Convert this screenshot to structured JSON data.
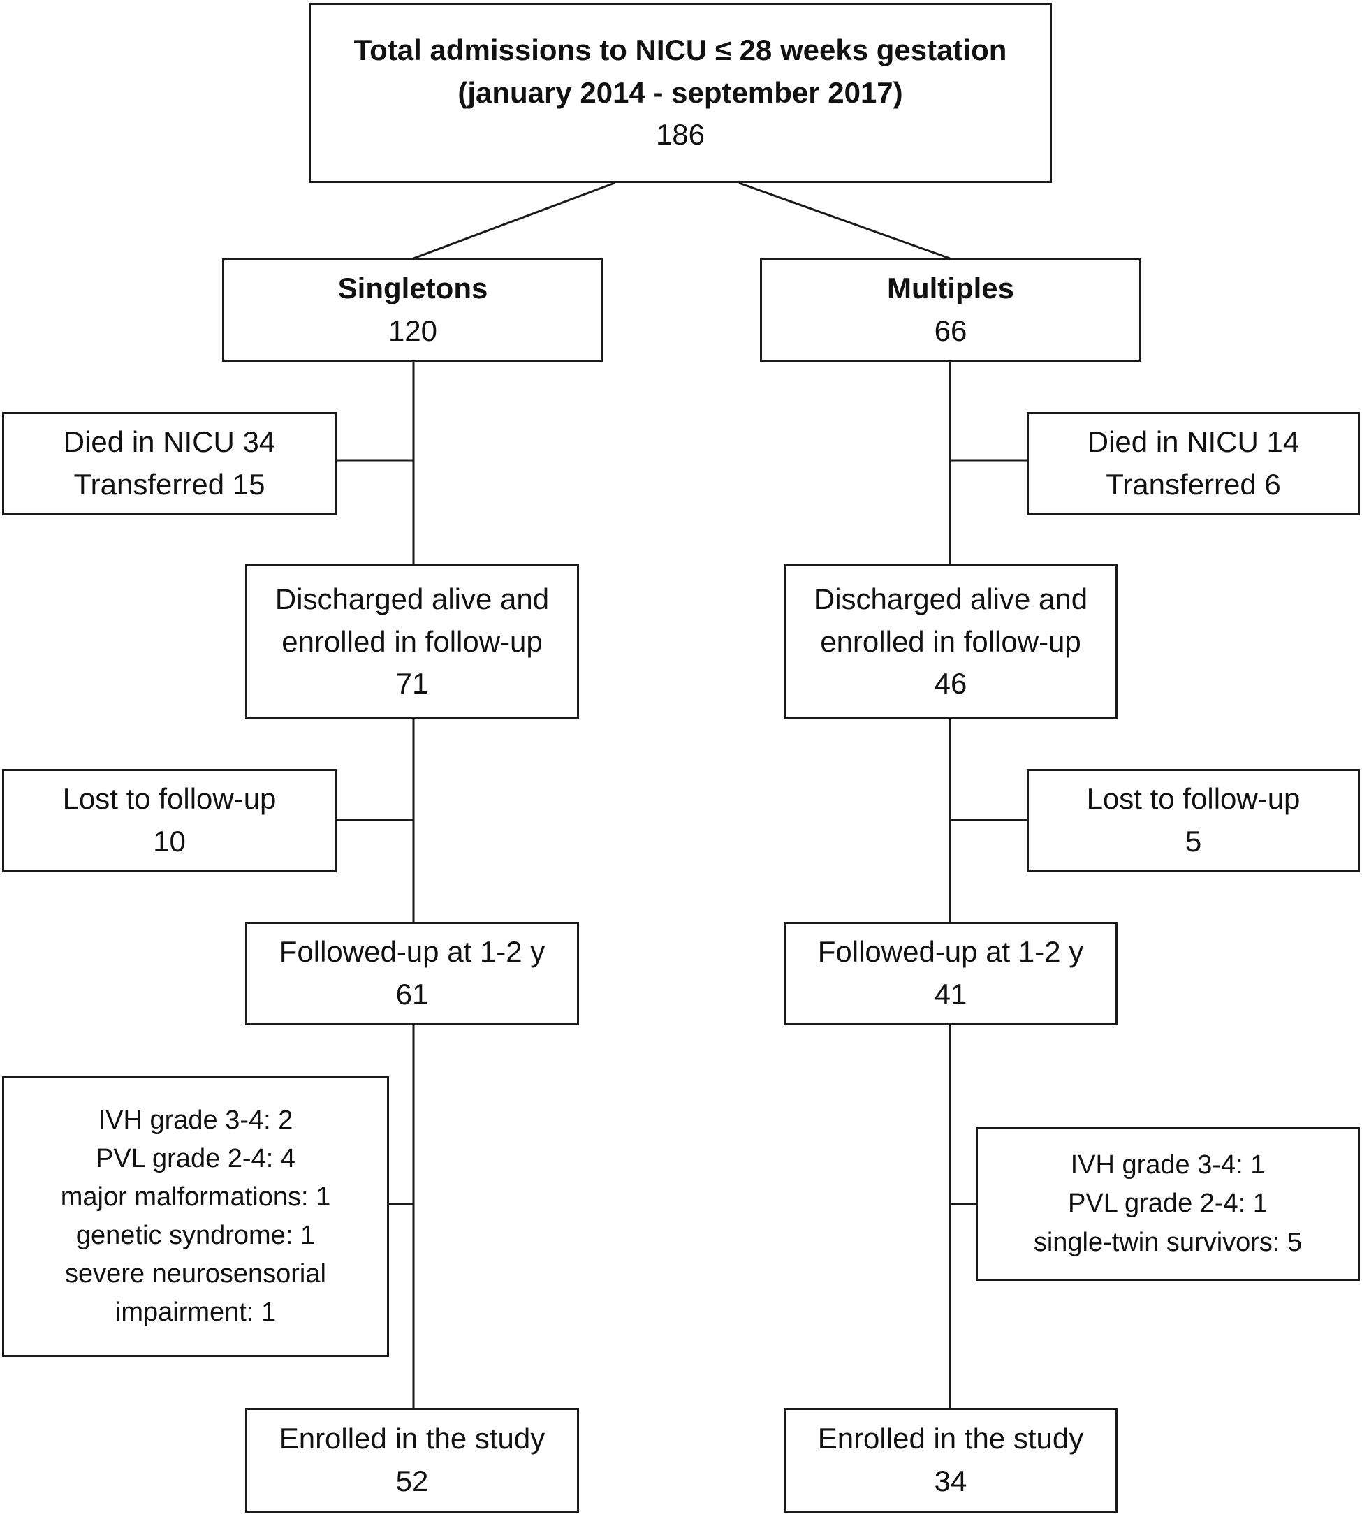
{
  "top": {
    "title_line1": "Total admissions to NICU ≤ 28 weeks gestation",
    "title_line2": "(january 2014 - september 2017)",
    "count": "186"
  },
  "singletons": {
    "label": "Singletons",
    "count": "120",
    "excluded1_line1": "Died in NICU 34",
    "excluded1_line2": "Transferred 15",
    "discharged_line1": "Discharged alive and",
    "discharged_line2": "enrolled in follow-up",
    "discharged_count": "71",
    "lost_label": "Lost to follow-up",
    "lost_count": "10",
    "followed_label": "Followed-up at 1-2 y",
    "followed_count": "61",
    "exclusions": [
      "IVH grade 3-4: 2",
      "PVL grade 2-4: 4",
      "major malformations: 1",
      "genetic syndrome: 1",
      "severe neurosensorial",
      "impairment: 1"
    ],
    "enrolled_label": "Enrolled in the study",
    "enrolled_count": "52"
  },
  "multiples": {
    "label": "Multiples",
    "count": "66",
    "excluded1_line1": "Died in NICU 14",
    "excluded1_line2": "Transferred 6",
    "discharged_line1": "Discharged alive and",
    "discharged_line2": "enrolled in follow-up",
    "discharged_count": "46",
    "lost_label": "Lost to follow-up",
    "lost_count": "5",
    "followed_label": "Followed-up at 1-2 y",
    "followed_count": "41",
    "exclusions": [
      "IVH grade 3-4: 1",
      "PVL grade 2-4: 1",
      "single-twin survivors: 5"
    ],
    "enrolled_label": "Enrolled in the study",
    "enrolled_count": "34"
  }
}
